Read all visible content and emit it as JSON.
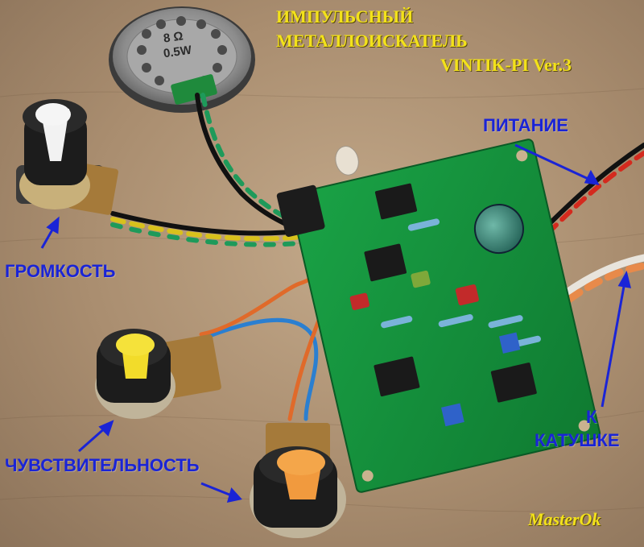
{
  "title": {
    "line1": "ИМПУЛЬСНЫЙ",
    "line2": "МЕТАЛЛОИСКАТЕЛЬ",
    "line3": "VINTIK-PI Ver.3"
  },
  "labels": {
    "power": "ПИТАНИЕ",
    "volume": "ГРОМКОСТЬ",
    "sensitivity": "ЧУВСТВИТЕЛЬНОСТЬ",
    "coil_line1": "К",
    "coil_line2": "КАТУШКЕ"
  },
  "speaker": {
    "line1": "8 Ω",
    "line2": "0.5W"
  },
  "signature": "MasterOk",
  "colors": {
    "title_yellow": "#f3e21a",
    "label_blue": "#1a24d6",
    "pcb_green": "#14913a",
    "table_brown": "#b0947a"
  },
  "knobs": [
    {
      "name": "volume-knob",
      "color": "#f2f2f2"
    },
    {
      "name": "sensitivity-knob",
      "color": "#f2dc2a"
    },
    {
      "name": "threshold-knob",
      "color": "#f19a3e"
    }
  ]
}
